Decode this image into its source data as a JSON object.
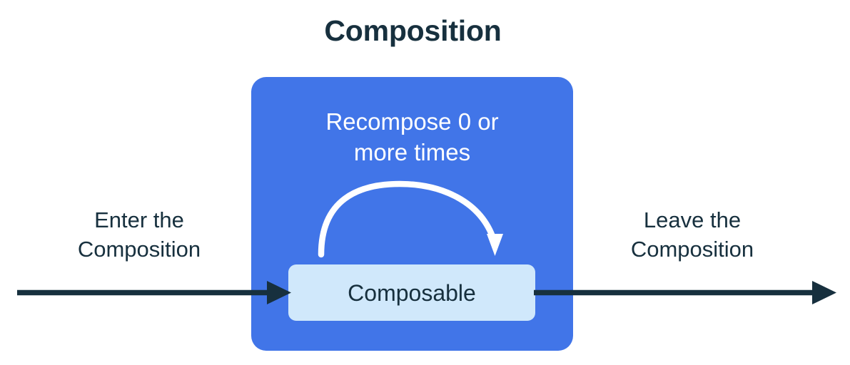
{
  "title": "Composition",
  "colors": {
    "background": "#ffffff",
    "ink": "#17303e",
    "composition_fill": "#4175e8",
    "composable_fill": "#d0e8fb",
    "loop_arrow": "#ffffff"
  },
  "composition": {
    "name": "Composition",
    "recompose_label": {
      "line1": "Recompose 0 or",
      "line2": "more times",
      "full_text": "Recompose 0 or more times"
    },
    "loop_arrow_name": "recompose-loop-arrow",
    "composable": {
      "label": "Composable"
    }
  },
  "enter": {
    "line1": "Enter the",
    "line2": "Composition",
    "full_text": "Enter the Composition",
    "arrow_name": "enter-flow-arrow",
    "direction": "right"
  },
  "leave": {
    "line1": "Leave the",
    "line2": "Composition",
    "full_text": "Leave the Composition",
    "arrow_name": "leave-flow-arrow",
    "direction": "right"
  }
}
